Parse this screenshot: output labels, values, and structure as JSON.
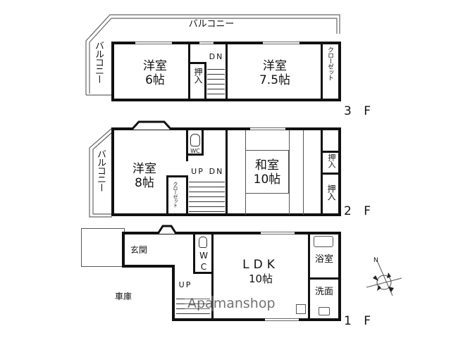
{
  "floors": {
    "f3": {
      "label": "3 F",
      "rooms": {
        "balcony_top": "バルコニー",
        "balcony_side": "バルコニー",
        "western1": {
          "name": "洋室",
          "size": "6帖"
        },
        "closet_oshiire": "押入",
        "stairs": "DN",
        "western2": {
          "name": "洋室",
          "size": "7.5帖"
        },
        "closet": "クローゼット"
      }
    },
    "f2": {
      "label": "2 F",
      "rooms": {
        "balcony_side": "バルコニー",
        "western": {
          "name": "洋室",
          "size": "8帖"
        },
        "closet": "クローゼット",
        "wc": "WC",
        "stairs_up": "UP",
        "stairs_dn": "DN",
        "japanese": {
          "name": "和室",
          "size": "10帖"
        },
        "oshiire1": "押入",
        "oshiire2": "押入"
      }
    },
    "f1": {
      "label": "1 F",
      "rooms": {
        "entrance": "玄関",
        "wc": "WC",
        "ldk": {
          "name": "LDK",
          "size": "10帖"
        },
        "bath": "浴室",
        "washroom": "洗面",
        "stairs_up": "UP",
        "garage": "車庫"
      }
    }
  },
  "compass": {
    "north_label": "N"
  },
  "watermark": "Apamanshop"
}
